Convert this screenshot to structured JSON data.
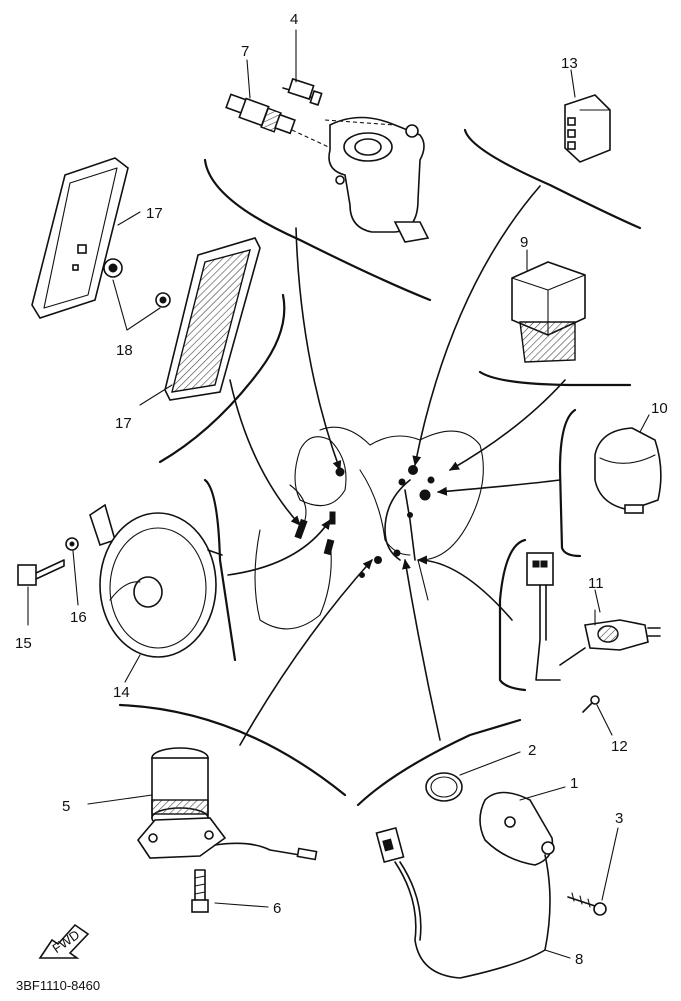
{
  "diagram": {
    "callouts": {
      "c1": "1",
      "c2": "2",
      "c3": "3",
      "c4": "4",
      "c5": "5",
      "c6": "6",
      "c7": "7",
      "c8": "8",
      "c9": "9",
      "c10": "10",
      "c11": "11",
      "c12": "12",
      "c13": "13",
      "c14": "14",
      "c15": "15",
      "c16": "16",
      "c17a": "17",
      "c17b": "17",
      "c18": "18"
    },
    "drawing_code": "3BF1110-8460",
    "fwd_label": "FWD"
  }
}
